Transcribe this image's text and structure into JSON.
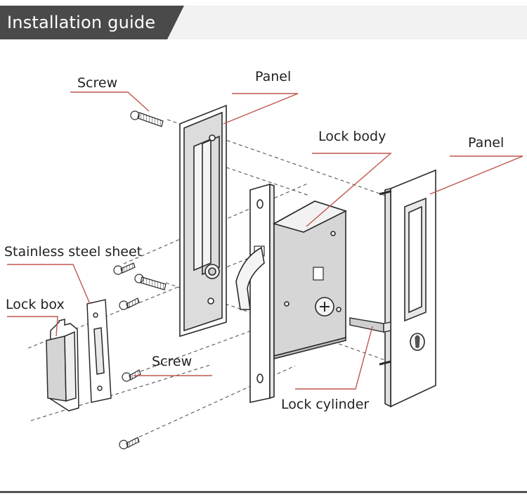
{
  "header": {
    "title": "Installation guide"
  },
  "labels": {
    "screw_top": "Screw",
    "panel_left": "Panel",
    "lock_body": "Lock body",
    "panel_right": "Panel",
    "stainless_steel_sheet": "Stainless steel sheet",
    "lock_box": "Lock box",
    "screw_bottom": "Screw",
    "lock_cylinder": "Lock cylinder"
  },
  "colors": {
    "header_dark": "#4a4a4a",
    "header_light": "#f2f2f2",
    "leader_line": "#c0564d",
    "outline": "#2a2a2a",
    "panel_fill": "#e3e3e3"
  }
}
